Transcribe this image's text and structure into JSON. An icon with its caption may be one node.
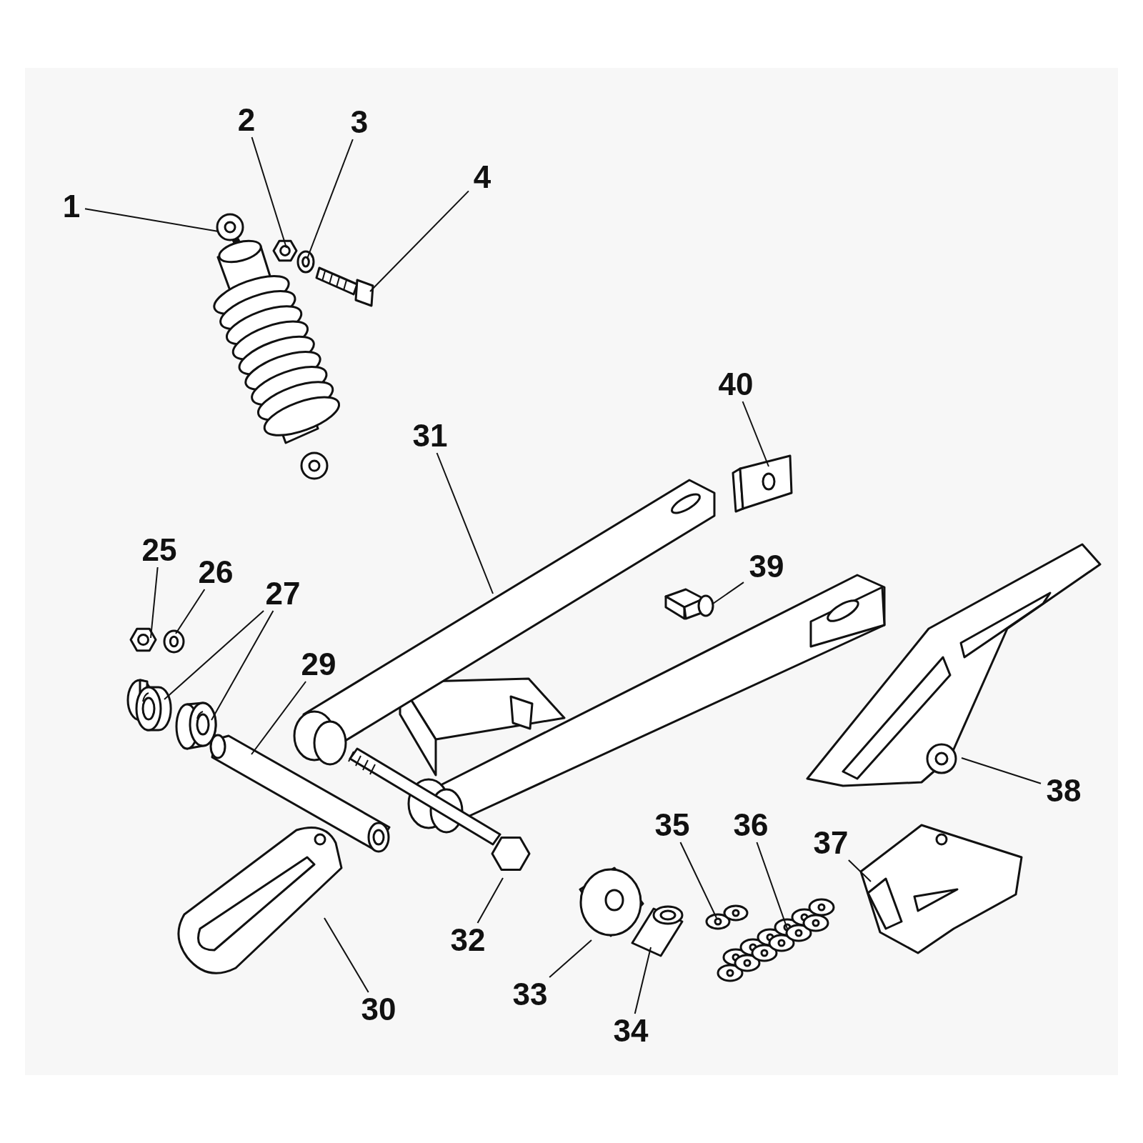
{
  "diagram": {
    "nodes": [
      {
        "text": [
          "1"
        ]
      },
      {
        "text": [
          "2"
        ]
      },
      {
        "text": [
          "3"
        ]
      },
      {
        "text": [
          "4"
        ]
      },
      {
        "text": [
          "40"
        ]
      },
      {
        "text": [
          "31"
        ]
      },
      {
        "text": [
          "39"
        ]
      },
      {
        "text": [
          "25"
        ]
      },
      {
        "text": [
          "26"
        ]
      },
      {
        "text": [
          "27"
        ]
      },
      {
        "text": [
          "29"
        ]
      },
      {
        "text": [
          "38"
        ]
      },
      {
        "text": [
          "35"
        ]
      },
      {
        "text": [
          "36"
        ]
      },
      {
        "text": [
          "37"
        ]
      },
      {
        "text": [
          "32"
        ]
      },
      {
        "text": [
          "33"
        ]
      },
      {
        "text": [
          "34"
        ]
      },
      {
        "text": [
          "30"
        ]
      },
      {
        "text": [],
        "shape": "picture"
      },
      {
        "text": [],
        "shape": "picture"
      },
      {
        "text": [],
        "shape": "picture"
      },
      {
        "text": [],
        "shape": "picture"
      },
      {
        "text": [],
        "shape": "picture"
      },
      {
        "text": [],
        "shape": "picture"
      },
      {
        "text": [],
        "shape": "picture"
      },
      {
        "text": [],
        "shape": "picture"
      },
      {
        "text": [],
        "shape": "picture"
      },
      {
        "text": [],
        "shape": "picture"
      },
      {
        "text": [],
        "shape": "picture"
      },
      {
        "text": [],
        "shape": "picture"
      },
      {
        "text": [],
        "shape": "picture"
      },
      {
        "text": [],
        "shape": "picture"
      },
      {
        "text": [],
        "shape": "picture"
      },
      {
        "text": [],
        "shape": "picture"
      },
      {
        "text": [],
        "shape": "picture"
      },
      {
        "text": [],
        "shape": "picture"
      },
      {
        "text": [],
        "shape": "picture"
      },
      {
        "text": [],
        "shape": "picture"
      }
    ],
    "edges": [
      {
        "from": 0,
        "to": 19,
        "arrow": "none"
      },
      {
        "from": 1,
        "to": 20,
        "arrow": "none"
      },
      {
        "from": 2,
        "to": 21,
        "arrow": "none"
      },
      {
        "from": 3,
        "to": 22,
        "arrow": "none"
      },
      {
        "from": 4,
        "to": 23,
        "arrow": "none"
      },
      {
        "from": 5,
        "to": 24,
        "arrow": "none"
      },
      {
        "from": 6,
        "to": 25,
        "arrow": "none"
      },
      {
        "from": 7,
        "to": 26,
        "arrow": "none"
      },
      {
        "from": 8,
        "to": 27,
        "arrow": "none"
      },
      {
        "from": 9,
        "to": 28,
        "arrow": "none"
      },
      {
        "from": 9,
        "to": 29,
        "arrow": "none"
      },
      {
        "from": 10,
        "to": 30,
        "arrow": "none"
      },
      {
        "from": 11,
        "to": 31,
        "arrow": "none"
      },
      {
        "from": 12,
        "to": 32,
        "arrow": "none"
      },
      {
        "from": 13,
        "to": 33,
        "arrow": "none"
      },
      {
        "from": 14,
        "to": 34,
        "arrow": "none"
      },
      {
        "from": 15,
        "to": 35,
        "arrow": "none"
      },
      {
        "from": 16,
        "to": 36,
        "arrow": "none"
      },
      {
        "from": 17,
        "to": 37,
        "arrow": "none"
      },
      {
        "from": 18,
        "to": 38,
        "arrow": "none"
      }
    ]
  }
}
